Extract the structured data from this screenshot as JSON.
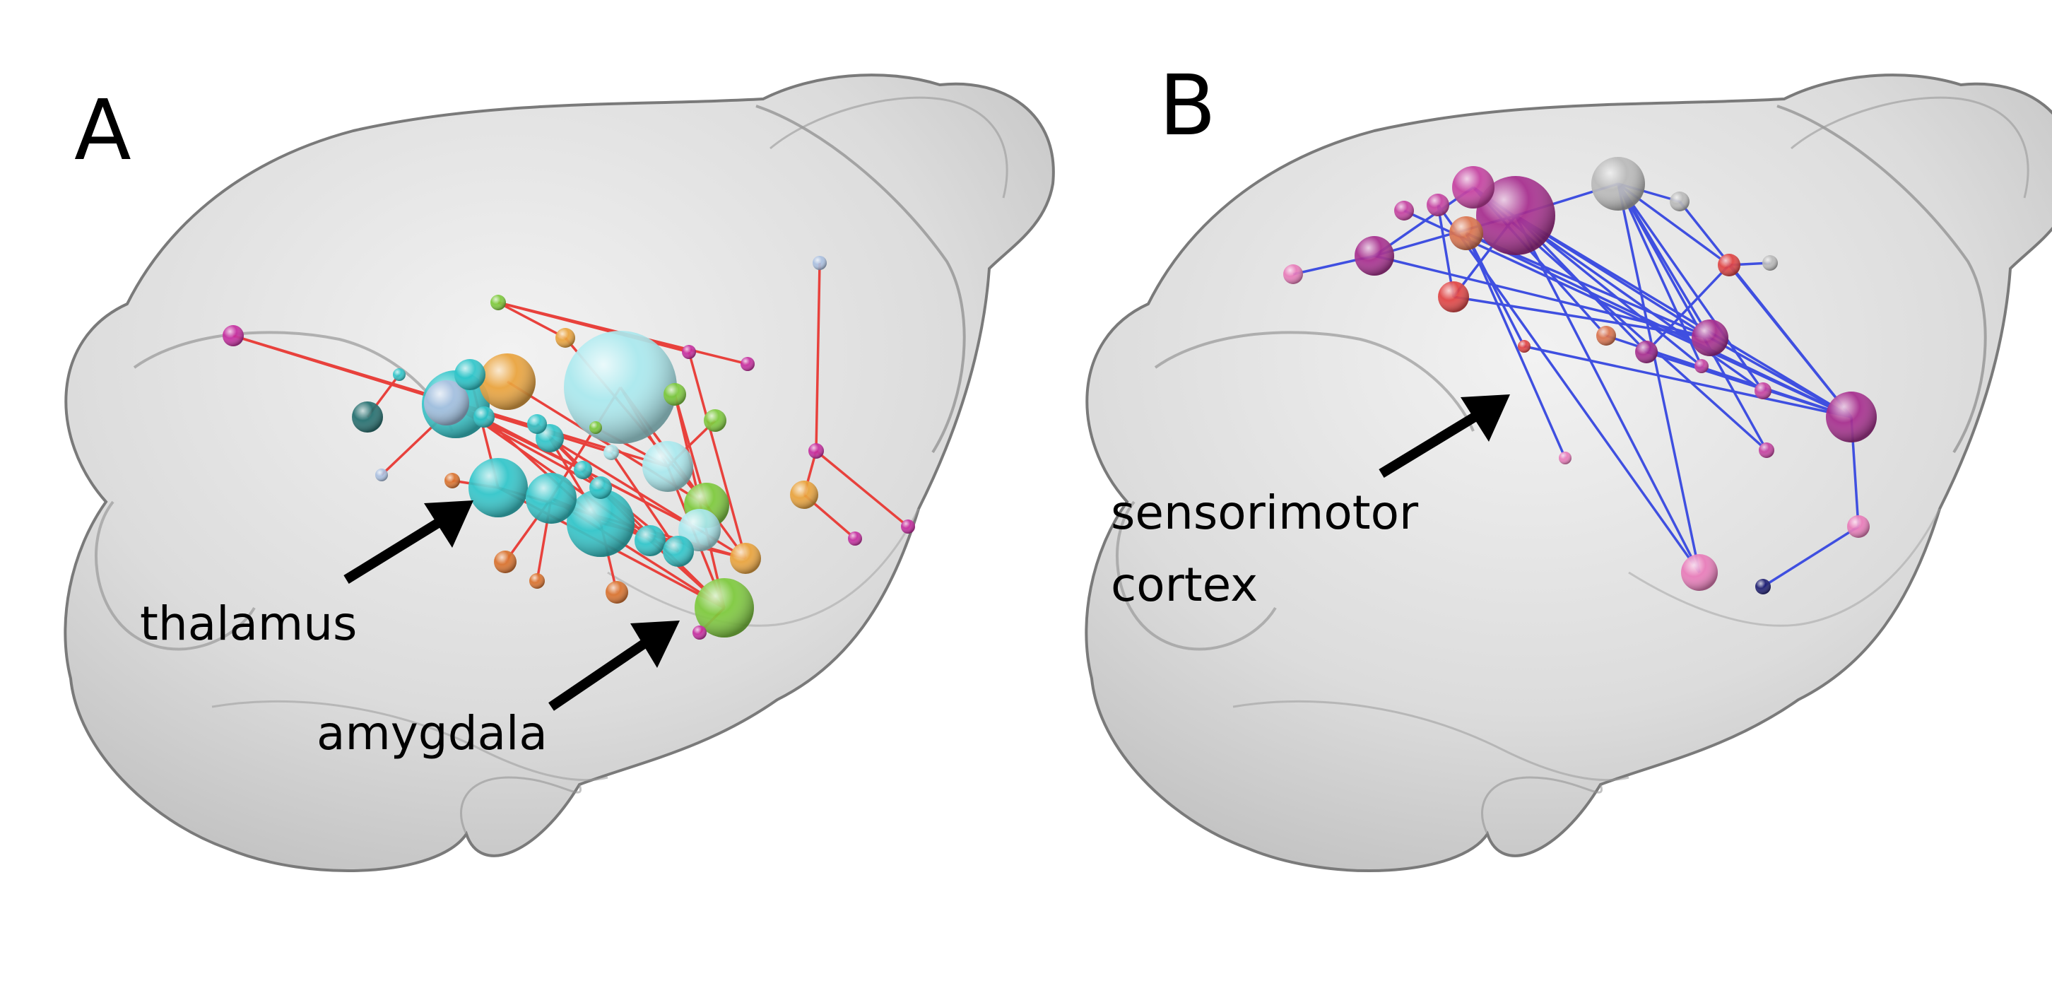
{
  "panels": [
    {
      "letter": "A",
      "edge_color": "#e8413c",
      "annotations": [
        {
          "lines": [
            "thalamus"
          ]
        },
        {
          "lines": [
            "amygdala"
          ]
        }
      ]
    },
    {
      "letter": "B",
      "edge_color": "#3f4fe0",
      "annotations": [
        {
          "lines": [
            "sensorimotor",
            "cortex"
          ]
        }
      ]
    }
  ],
  "colors": {
    "brain_fill": "#d4d4d4",
    "brain_outline": "#7a7a7a",
    "arrow": "#000000",
    "node_palette_A": [
      "#2ec4c9",
      "#a8e8ee",
      "#e9a23a",
      "#7cc93a",
      "#c42a9e",
      "#1f6b6b",
      "#a9bfe0",
      "#d9702a"
    ],
    "node_palette_B": [
      "#a52a8c",
      "#c43fa0",
      "#b8b8b8",
      "#e04040",
      "#d9704a",
      "#e87ab8",
      "#1a1a6e"
    ]
  }
}
